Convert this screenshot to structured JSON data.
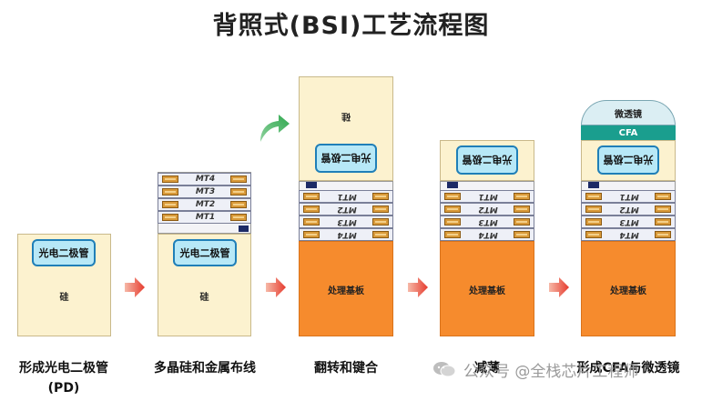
{
  "title": "背照式(BSI)工艺流程图",
  "steps": [
    {
      "caption": "形成光电二极管\n(PD)",
      "pd_label": "光电二极管",
      "si_label": "硅"
    },
    {
      "caption": "多晶硅和金属布线",
      "pd_label": "光电二极管",
      "si_label": "硅",
      "metal_layers": [
        "MT4",
        "MT3",
        "MT2",
        "MT1"
      ]
    },
    {
      "caption": "翻转和键合",
      "pd_label": "光电二极管",
      "si_label": "硅",
      "metal_layers": [
        "MT1",
        "MT2",
        "MT3",
        "MT4"
      ],
      "substrate_label": "处理基板"
    },
    {
      "caption": "减薄",
      "pd_label": "光电二极管",
      "metal_layers": [
        "MT1",
        "MT2",
        "MT3",
        "MT4"
      ],
      "substrate_label": "处理基板"
    },
    {
      "caption": "形成CFA与微透镜",
      "pd_label": "光电二极管",
      "metal_layers": [
        "MT1",
        "MT2",
        "MT3",
        "MT4"
      ],
      "substrate_label": "处理基板",
      "cfa_label": "CFA",
      "lens_label": "微透镜"
    }
  ],
  "watermark": "公众号 @全栈芯片工程师",
  "colors": {
    "silicon": "#fcf2cf",
    "substrate": "#f68b2d",
    "pd": "#b7e8f7",
    "cfa": "#1a9e8e",
    "arrow": "#e63b2e",
    "flip_arrow": "#2fa84f"
  },
  "icons": [
    "flow-arrow-icon",
    "flip-arrow-icon",
    "wechat-icon"
  ]
}
